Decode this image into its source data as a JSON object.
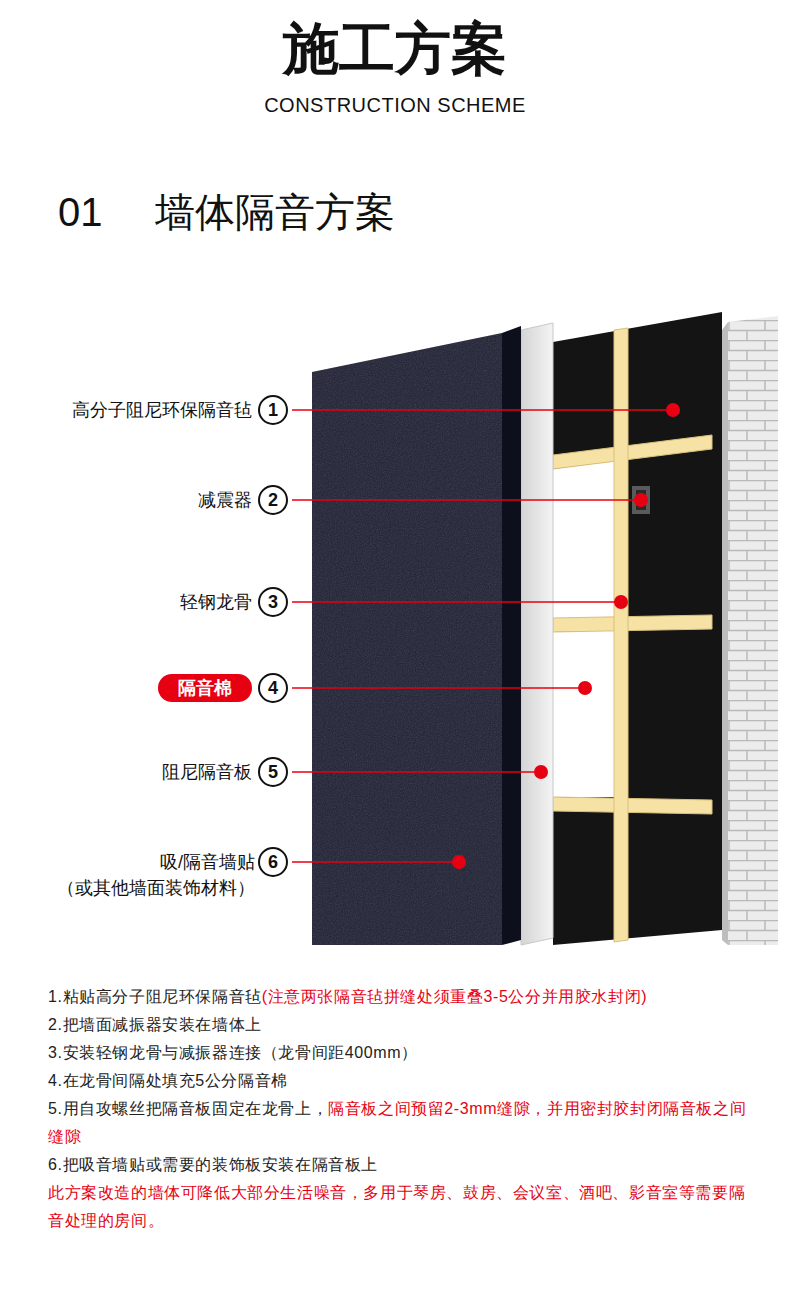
{
  "diagram": {
    "title": "施工方案",
    "nodes": [
      {
        "text": [
          "1"
        ]
      },
      {
        "text": [
          "2"
        ]
      },
      {
        "text": [
          "3"
        ]
      },
      {
        "text": [
          "隔音棉"
        ]
      },
      {
        "text": [
          "4"
        ]
      },
      {
        "text": [
          "5"
        ]
      },
      {
        "text": [
          "6"
        ]
      }
    ],
    "labels": [
      "CONSTRUCTION SCHEME",
      "01",
      "墙体隔音方案",
      "高分子阻尼环保隔音毡",
      "减震器",
      "轻钢龙骨",
      "阻尼隔音板",
      "吸/隔音墙贴 （或其他墙面装饰材料）",
      "1.粘贴高分子阻尼环保隔音毡",
      "(注意两张隔音毡拼缝处须重叠3-5公分并用胶水封闭)",
      "2.把墙面减振器安装在墙体上",
      "3.安装轻钢龙骨与减振器连接（龙骨间距400mm）",
      "4.在龙骨间隔处填充5公分隔音棉",
      "5.用自攻螺丝把隔音板固定在龙骨上，",
      "隔音板之间预留2-3mm缝隙，并用密封胶封闭隔音板之间缝隙",
      "6.把吸音墙贴或需要的装饰板安装在隔音板上",
      "此方案改造的墙体可降低大部分生活噪音，多用于琴房、鼓房、会议室、酒吧、影音室等需要隔音处理的房间。"
    ]
  }
}
